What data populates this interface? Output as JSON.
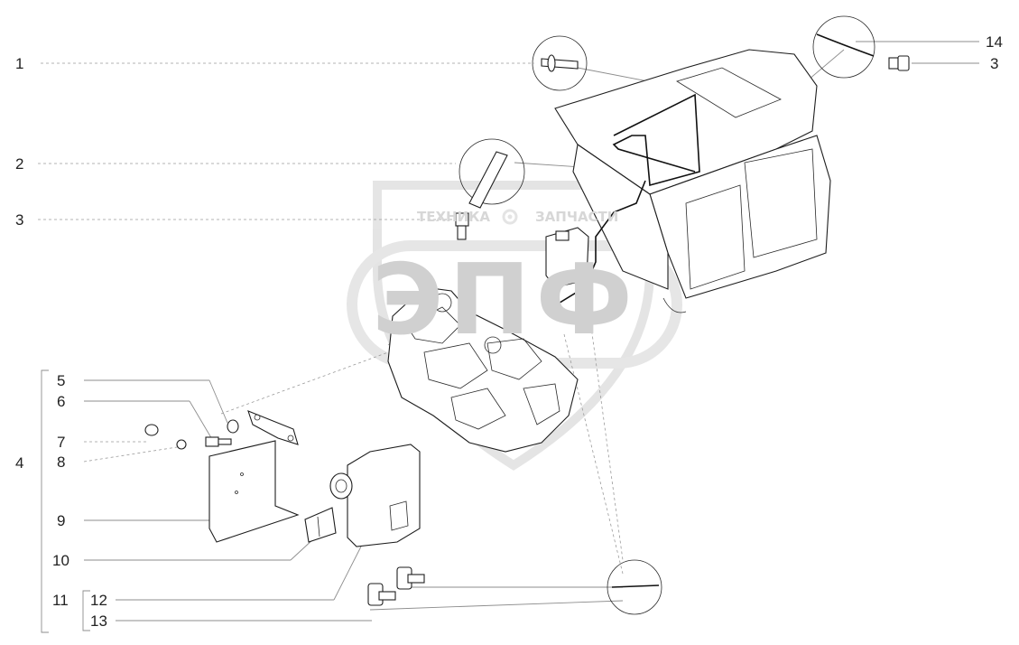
{
  "watermark": {
    "word_left": "ТЕХНИКА",
    "word_right": "ЗАПЧАСТИ",
    "monogram": "ЭПФ"
  },
  "callouts": [
    {
      "id": "c1",
      "text": "1"
    },
    {
      "id": "c2",
      "text": "2"
    },
    {
      "id": "c3a",
      "text": "3"
    },
    {
      "id": "c3b",
      "text": "3"
    },
    {
      "id": "c4",
      "text": "4"
    },
    {
      "id": "c5",
      "text": "5"
    },
    {
      "id": "c6",
      "text": "6"
    },
    {
      "id": "c7",
      "text": "7"
    },
    {
      "id": "c8",
      "text": "8"
    },
    {
      "id": "c9",
      "text": "9"
    },
    {
      "id": "c10",
      "text": "10"
    },
    {
      "id": "c11",
      "text": "11"
    },
    {
      "id": "c12",
      "text": "12"
    },
    {
      "id": "c13",
      "text": "13"
    },
    {
      "id": "c14",
      "text": "14"
    }
  ],
  "colors": {
    "line": "#1e1e1e",
    "leader": "#9a9a9a",
    "watermark": "#d7d7d7"
  }
}
